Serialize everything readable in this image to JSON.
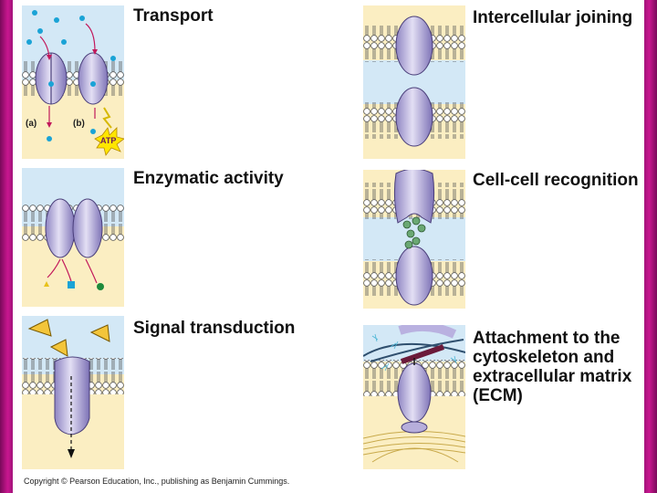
{
  "labels": {
    "transport": "Transport",
    "enzymatic": "Enzymatic activity",
    "signal": "Signal transduction",
    "joining": "Intercellular joining",
    "recognition": "Cell-cell recognition",
    "attachment_1": "Attachment to the",
    "attachment_2": "cytoskeleton and",
    "attachment_3": "extracellular matrix",
    "attachment_4": "(ECM)"
  },
  "transport_tags": {
    "a": "(a)",
    "b": "(b)",
    "atp": "ATP"
  },
  "caption": "Copyright © Pearson Education, Inc., publishing as Benjamin Cummings.",
  "colors": {
    "cytoplasm": "#fbeec2",
    "extracellular": "#d3e8f6",
    "protein": "#b7aedb",
    "protein_dark": "#6b5f9e",
    "lipid_head": "#ffffff",
    "frame": "#c8168f"
  }
}
